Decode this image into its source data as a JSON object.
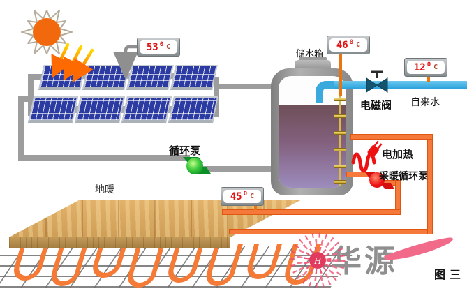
{
  "gauges": {
    "panel": {
      "value": "53",
      "degree": "0",
      "unit": "C"
    },
    "tank": {
      "value": "46",
      "degree": "0",
      "unit": "C"
    },
    "tap_water": {
      "value": "12",
      "degree": "0",
      "unit": "C"
    },
    "floor": {
      "value": "45",
      "degree": "0",
      "unit": "C"
    }
  },
  "labels": {
    "storage_tank": "储水箱",
    "solenoid_valve": "电磁阀",
    "tap_water": "自来水",
    "electric_heater": "电加热",
    "heating_circulation_pump": "采暖循环泵",
    "circulation_pump": "循环泵",
    "floor_heating": "地暖",
    "figure_number": "图三"
  },
  "logo": {
    "brand": "华源",
    "monogram": "H"
  },
  "colors": {
    "hot_pipe": "#f4793b",
    "cold_pipe": "#38abe0",
    "collector_pipe": "#9d9d9d",
    "temp_text": "#e01212",
    "brand_pink": "#ef5878"
  }
}
